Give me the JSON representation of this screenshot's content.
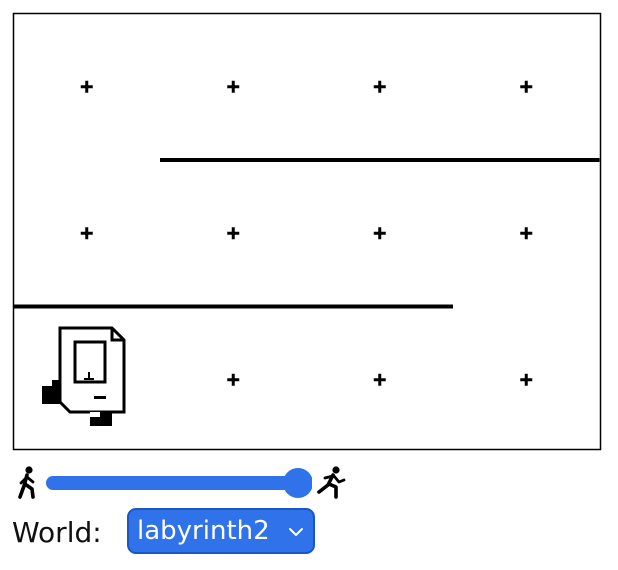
{
  "world": {
    "cols": 4,
    "rows": 3,
    "walls": [
      {
        "row_boundary": 1,
        "from_col": 1,
        "to_col": 4
      },
      {
        "row_boundary": 2,
        "from_col": 0,
        "to_col": 3
      }
    ],
    "robot": {
      "col": 0,
      "row": 2
    },
    "marker_icon": "plus-icon",
    "robot_icon": "robot-computer-icon"
  },
  "speed": {
    "slow_icon": "walk-icon",
    "fast_icon": "run-icon",
    "value": 1.0,
    "accent": "#2f72ea"
  },
  "world_select": {
    "label": "World:",
    "selected": "labyrinth2",
    "accent": "#2f72ea"
  }
}
